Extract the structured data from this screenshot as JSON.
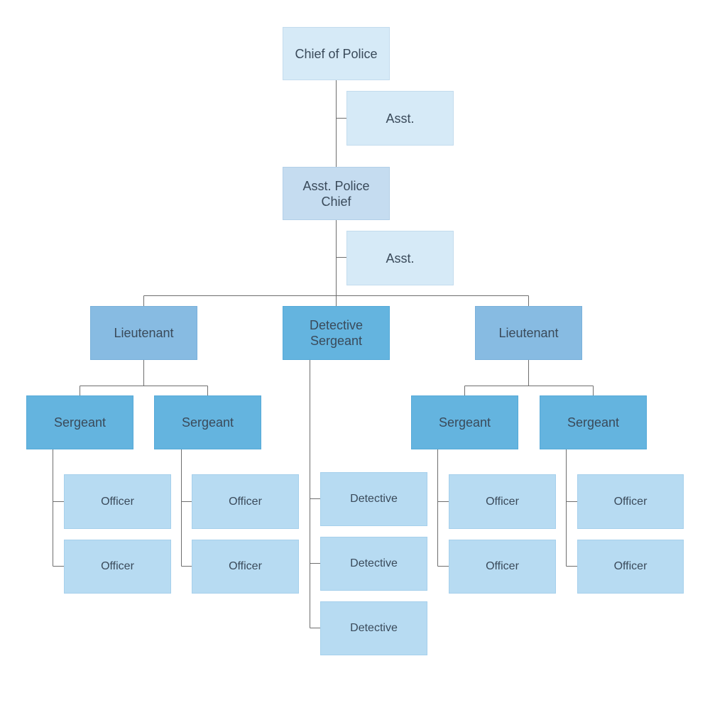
{
  "diagram": {
    "chief": "Chief of Police",
    "chief_asst": "Asst.",
    "asst_chief": "Asst. Police\nChief",
    "asst_chief_asst": "Asst.",
    "lieutenant_left": "Lieutenant",
    "detective_sergeant": "Detective\nSergeant",
    "lieutenant_right": "Lieutenant",
    "sergeants": [
      "Sergeant",
      "Sergeant",
      "Sergeant",
      "Sergeant"
    ],
    "officers": [
      "Officer",
      "Officer",
      "Officer",
      "Officer",
      "Officer",
      "Officer",
      "Officer",
      "Officer"
    ],
    "detectives": [
      "Detective",
      "Detective",
      "Detective"
    ]
  },
  "colors": {
    "chief_box": "#d6eaf7",
    "asst_chief_box": "#c5dcf0",
    "lieutenant_box": "#87bbe2",
    "sergeant_box": "#64b4df",
    "officer_box": "#b7dbf2",
    "connector": "#6e6e6e",
    "text": "#3a4a5a"
  }
}
